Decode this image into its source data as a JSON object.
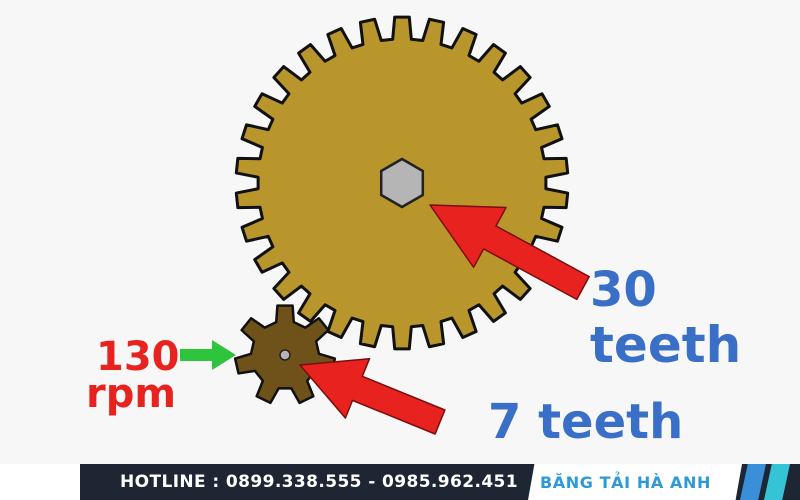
{
  "big_gear": {
    "teeth_count": 30,
    "color": "#b9962c",
    "stroke": "#111111"
  },
  "small_gear": {
    "teeth_count": 7,
    "color": "#6f5219",
    "stroke": "#111111"
  },
  "hub_color": "#b5b5b5",
  "arrow_red": "#e8231f",
  "arrow_green": "#2ec43c",
  "label_color": "#3a6fc7",
  "input_speed": {
    "value": "130",
    "unit": "rpm"
  },
  "big_gear_label": {
    "number": "30",
    "word": "teeth"
  },
  "small_gear_label": "7 teeth",
  "footer": {
    "hotline": "HOTLINE : 0899.338.555 - 0985.962.451",
    "brand": "BĂNG TẢI HÀ ANH",
    "accent_colors": [
      "#3b8fd8",
      "#35c3d6"
    ]
  }
}
